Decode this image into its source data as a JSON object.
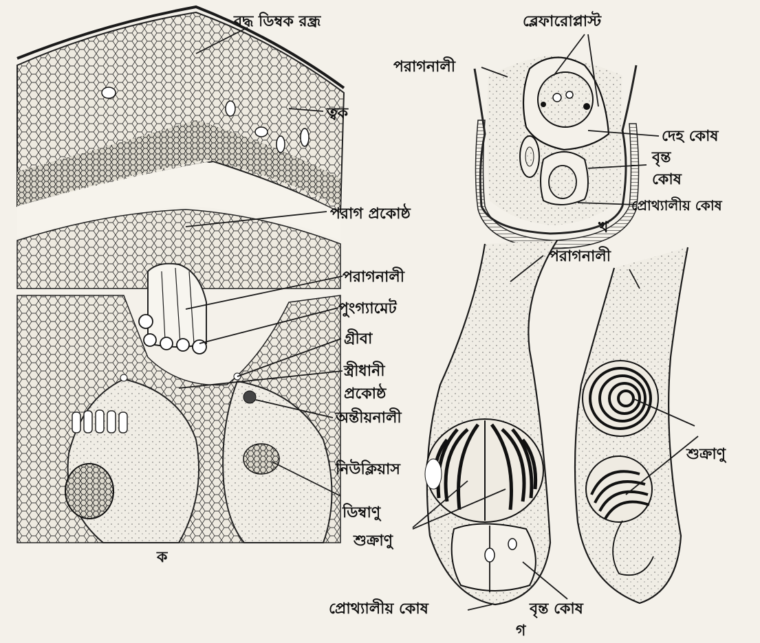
{
  "figure": {
    "panel_labels": {
      "a": "ক",
      "b": "খ",
      "c": "গ"
    },
    "panel_a": {
      "labels": [
        "বদ্ধ ডিম্বক রন্ধ্র",
        "ত্বক",
        "পরাগ প্রকোষ্ঠ",
        "পরাগনালী",
        "পুংগ্যামেট",
        "গ্রীবা",
        "স্ত্রীধানী",
        "প্রকোষ্ঠ",
        "অন্তীয়নালী",
        "নিউক্লিয়াস",
        "ডিম্বাণু"
      ]
    },
    "panel_b": {
      "labels": [
        "ব্লেফারোপ্লাস্ট",
        "পরাগনালী",
        "দেহ কোষ",
        "বৃন্ত",
        "কোষ",
        "প্রোথ্যালীয় কোষ"
      ]
    },
    "panel_c": {
      "labels": [
        "পরাগনালী",
        "শুক্রাণু",
        "শুক্রাণু",
        "প্রোথ্যালীয় কোষ",
        "বৃন্ত কোষ"
      ]
    }
  }
}
